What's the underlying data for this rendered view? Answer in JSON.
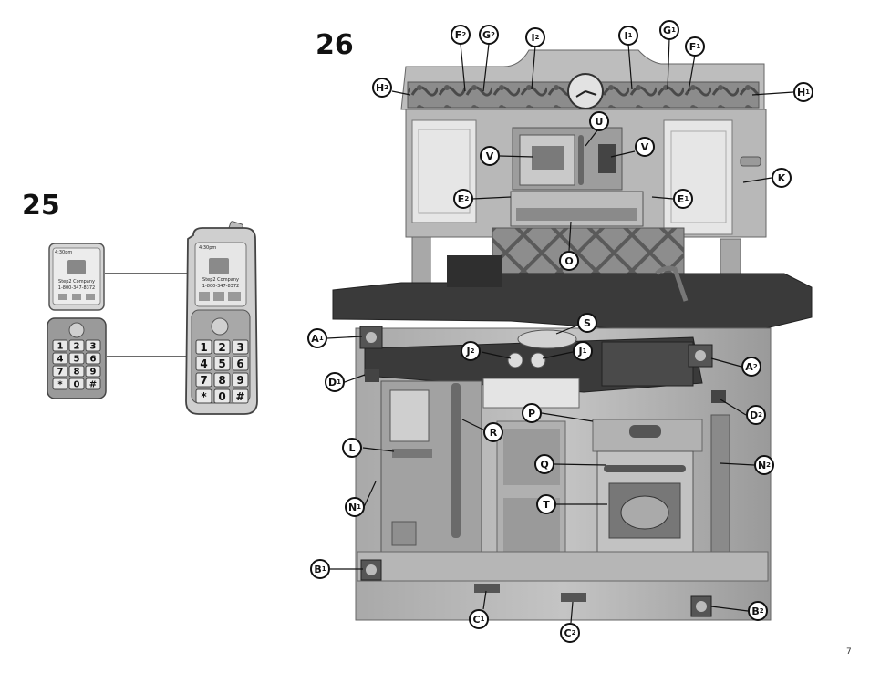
{
  "step25": {
    "number": "25"
  },
  "step26": {
    "number": "26"
  },
  "page_number": "7",
  "phone_small": {
    "time": "4:30pm",
    "company": "Step2 Company",
    "phone": "1-800-347-8372"
  },
  "phone_large": {
    "time": "4:30pm",
    "company": "Step2 Company",
    "phone": "1-800-347-8372"
  },
  "keypad": [
    "1",
    "2",
    "3",
    "4",
    "5",
    "6",
    "7",
    "8",
    "9",
    "*",
    "0",
    "#"
  ],
  "callouts": {
    "F2": {
      "letter": "F",
      "sub": "2"
    },
    "G2": {
      "letter": "G",
      "sub": "2"
    },
    "I2": {
      "letter": "I",
      "sub": "2"
    },
    "I1": {
      "letter": "I",
      "sub": "1"
    },
    "G1": {
      "letter": "G",
      "sub": "1"
    },
    "F1": {
      "letter": "F",
      "sub": "1"
    },
    "H2": {
      "letter": "H",
      "sub": "2"
    },
    "H1": {
      "letter": "H",
      "sub": "1"
    },
    "U": {
      "letter": "U",
      "sub": ""
    },
    "V_left": {
      "letter": "V",
      "sub": ""
    },
    "V_right": {
      "letter": "V",
      "sub": ""
    },
    "K": {
      "letter": "K",
      "sub": ""
    },
    "E2": {
      "letter": "E",
      "sub": "2"
    },
    "E1": {
      "letter": "E",
      "sub": "1"
    },
    "O": {
      "letter": "O",
      "sub": ""
    },
    "S": {
      "letter": "S",
      "sub": ""
    },
    "A1": {
      "letter": "A",
      "sub": "1"
    },
    "J2": {
      "letter": "J",
      "sub": "2"
    },
    "J1": {
      "letter": "J",
      "sub": "1"
    },
    "A2": {
      "letter": "A",
      "sub": "2"
    },
    "D1": {
      "letter": "D",
      "sub": "1"
    },
    "D2": {
      "letter": "D",
      "sub": "2"
    },
    "P": {
      "letter": "P",
      "sub": ""
    },
    "R": {
      "letter": "R",
      "sub": ""
    },
    "L": {
      "letter": "L",
      "sub": ""
    },
    "Q": {
      "letter": "Q",
      "sub": ""
    },
    "N2": {
      "letter": "N",
      "sub": "2"
    },
    "N1": {
      "letter": "N",
      "sub": "1"
    },
    "T": {
      "letter": "T",
      "sub": ""
    },
    "B1": {
      "letter": "B",
      "sub": "1"
    },
    "B2": {
      "letter": "B",
      "sub": "2"
    },
    "C1": {
      "letter": "C",
      "sub": "1"
    },
    "C2": {
      "letter": "C",
      "sub": "2"
    }
  }
}
